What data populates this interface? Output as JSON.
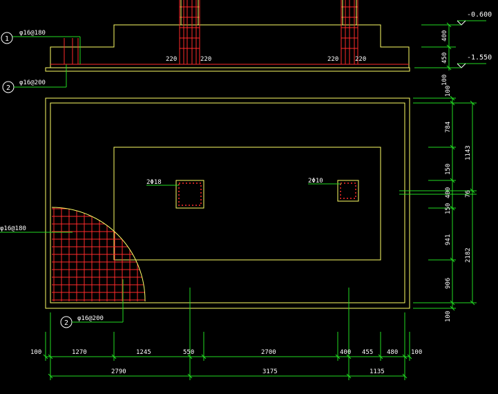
{
  "drawing": {
    "elevations": [
      "-0.600",
      "-1.550"
    ],
    "section_heights": [
      "400",
      "450",
      "100"
    ],
    "section_dims": [
      "220",
      "220",
      "220",
      "220"
    ],
    "callouts": {
      "bar1_top": "φ16@180",
      "bar2_top": "φ16@200",
      "bar1_plan": "φ16@180",
      "bar2_plan": "φ16@200",
      "col_left": "2Φ18",
      "col_right": "2Φ10",
      "bubble_1": "1",
      "bubble_2": "2"
    },
    "right_dims": [
      "100",
      "784",
      "150",
      "400",
      "150",
      "941",
      "906",
      "100"
    ],
    "right_totals": [
      "1143",
      "2182",
      "76"
    ],
    "bottom_dims": [
      "100",
      "1270",
      "1245",
      "550",
      "2700",
      "400",
      "455",
      "480",
      "100"
    ],
    "bottom_totals": [
      "2790",
      "3175",
      "1135"
    ]
  },
  "colors": {
    "outline": "#ffff66",
    "rebar": "#ff2a2a",
    "dimension": "#22dd22",
    "text": "#ffffff",
    "background": "#000000"
  }
}
